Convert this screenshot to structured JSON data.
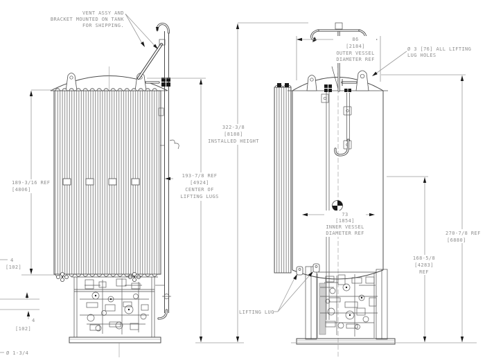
{
  "drawing": {
    "colors": {
      "background": "#ffffff",
      "outline": "#4a4a4a",
      "dimension_line": "#9a9a9a",
      "dimension_text": "#8e8e8e",
      "arrow": "#1a1a1a"
    },
    "notes": {
      "vent_note": {
        "l1": "VENT ASSY AND",
        "l2": "BRACKET MOUNTED ON TANK",
        "l3": "FOR SHIPPING."
      },
      "lug_holes": {
        "l1": "Ø 3 [76] ALL LIFTING",
        "l2": "LUG HOLES"
      },
      "lifting_lug": {
        "l1": "LIFTING LUG"
      },
      "hole_dia": {
        "l1": "Ø 1-3/4"
      }
    },
    "dimensions": {
      "outer_vessel_dia": {
        "l1": "86",
        "l2": "[2184]",
        "l3": "OUTER VESSEL",
        "l4": "DIAMETER REF"
      },
      "installed_height": {
        "l1": "322-3/8",
        "l2": "[8188]",
        "l3": "INSTALLED HEIGHT"
      },
      "vaporizer_height": {
        "l1": "189-3/16 REF",
        "l2": "[4806]"
      },
      "lug_center_height": {
        "l1": "193-7/8 REF",
        "l2": "[4924]",
        "l3": "CENTER OF",
        "l4": "LIFTING LUGS"
      },
      "inner_vessel_dia": {
        "l1": "73",
        "l2": "[1854]",
        "l3": "INNER VESSEL",
        "l4": "DIAMETER REF"
      },
      "overall_height_ref": {
        "l1": "270-7/8 REF",
        "l2": "[6880]"
      },
      "inner_height_ref": {
        "l1": "168-5/8",
        "l2": "[4283]",
        "l3": "REF"
      },
      "gap_upper": {
        "l1": "4",
        "l2": "[102]"
      },
      "gap_lower": {
        "l1": "4",
        "l2": "[102]"
      }
    }
  }
}
